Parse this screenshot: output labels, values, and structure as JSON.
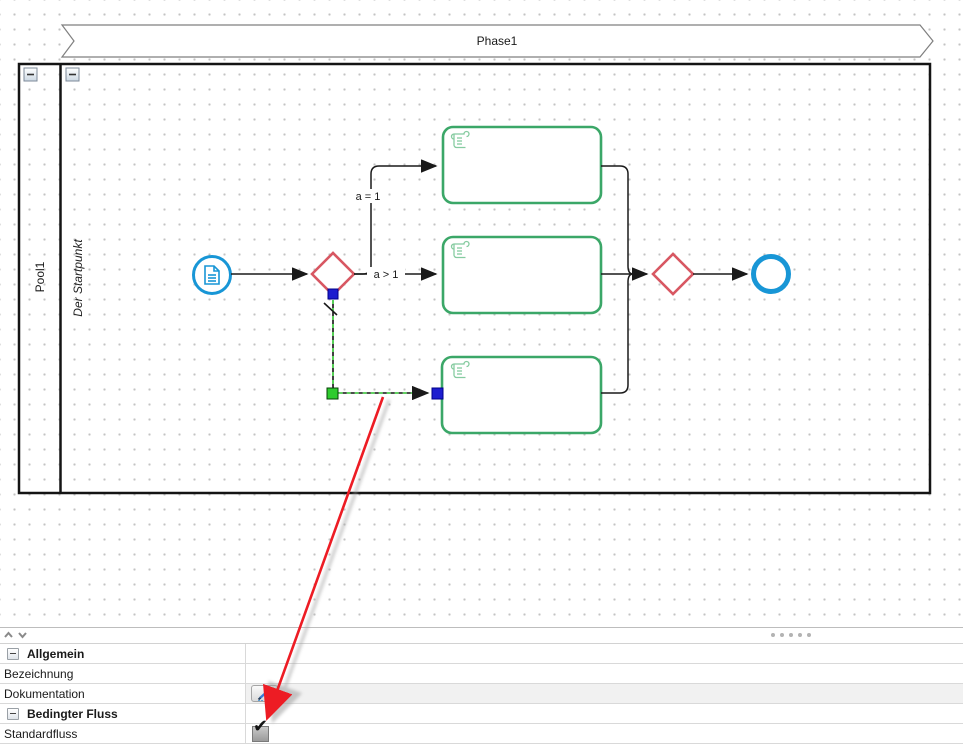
{
  "diagram": {
    "phase_label": "Phase1",
    "pool_label": "Pool1",
    "lane_label": "Der Startpunkt",
    "condition_label_top": "a = 1",
    "condition_label_middle": "a > 1",
    "colors": {
      "event_blue": "#1896d6",
      "task_green": "#3ba768",
      "task_icon_green": "#85cba0",
      "gateway_red": "#d85762",
      "flow_black": "#1a1a1a",
      "selection_green": "#2ec42e",
      "handle_blue": "#1d1dcf",
      "annotation_red": "#ed1c24"
    }
  },
  "properties_panel": {
    "check_glyph": "✔",
    "sections": [
      {
        "title": "Allgemein",
        "rows": [
          {
            "label": "Bezeichnung",
            "value": ""
          },
          {
            "label": "Dokumentation",
            "control": "edit-button"
          }
        ]
      },
      {
        "title": "Bedingter Fluss",
        "rows": [
          {
            "label": "Standardfluss",
            "control": "checkbox",
            "checked": true
          }
        ]
      }
    ]
  }
}
